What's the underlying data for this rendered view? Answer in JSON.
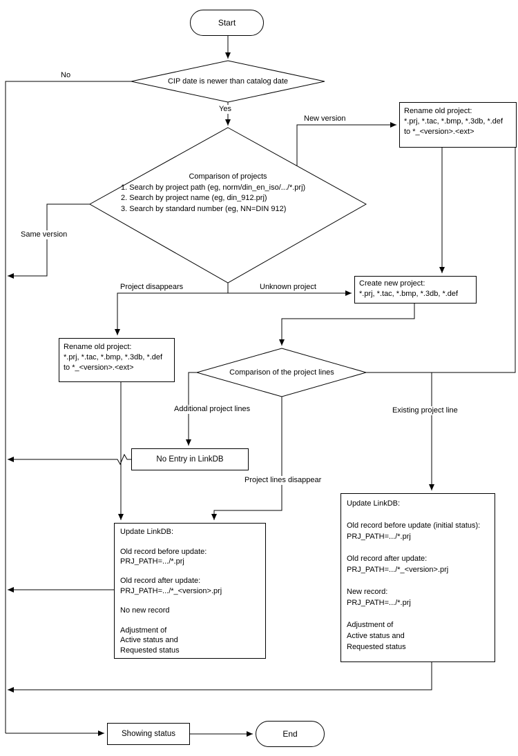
{
  "nodes": {
    "start": "Start",
    "decision_cip": "CIP date is newer than catalog date",
    "comparison_projects": {
      "title": "Comparison of projects",
      "items": "1. Search by project path (eg, norm/din_en_iso/.../*.prj)\n2. Search by project name (eg, din_912.prj)\n3. Search by standard number (eg, NN=DIN 912)"
    },
    "rename_old_top": "Rename old project:\n*.prj, *.tac, *.bmp, *.3db, *.def\nto *_<version>.<ext>",
    "create_new": "Create new project:\n*.prj, *.tac, *.bmp, *.3db, *.def",
    "rename_old_left": "Rename old project:\n*.prj, *.tac, *.bmp, *.3db, *.def\nto *_<version>.<ext>",
    "comparison_lines": "Comparison of the project lines",
    "no_entry": "No Entry in LinkDB",
    "update_left": "Update LinkDB:\n\nOld record before update:\nPRJ_PATH=.../*.prj\n\nOld record after update:\nPRJ_PATH=.../*_<version>.prj\n\nNo new record\n\nAdjustment of\nActive status and\nRequested status",
    "update_right": "Update LinkDB:\n\nOld record before update (initial status):\nPRJ_PATH=.../*.prj\n\nOld record after update:\nPRJ_PATH=.../*_<version>.prj\n\nNew record:\nPRJ_PATH=.../*.prj\n\nAdjustment of\nActive status and\nRequested status",
    "showing_status": "Showing status",
    "end": "End"
  },
  "labels": {
    "no": "No",
    "yes": "Yes",
    "new_version": "New version",
    "same_version": "Same version",
    "project_disappears": "Project disappears",
    "unknown_project": "Unknown project",
    "additional_lines": "Additional project lines",
    "lines_disappear": "Project lines disappear",
    "existing_line": "Existing project line"
  },
  "colors": {
    "line": "#000000",
    "background": "#ffffff"
  }
}
